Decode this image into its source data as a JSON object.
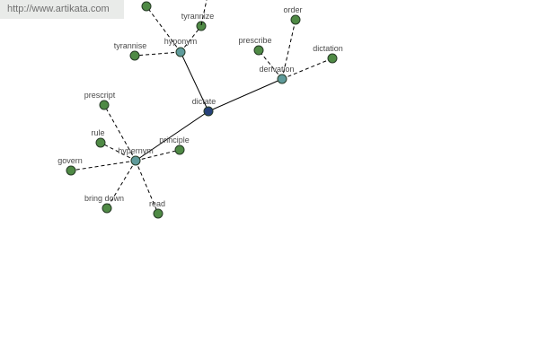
{
  "url_label": "http://www.artikata.com",
  "colors": {
    "root": "#28427a",
    "hub": "#5f9b9b",
    "leaf": "#4f8a45",
    "node_stroke": "#263a26",
    "edge": "#000000"
  },
  "nodes": [
    {
      "id": "dictate",
      "label": "dictate",
      "kind": "root"
    },
    {
      "id": "hyponym",
      "label": "hyponym",
      "kind": "hub"
    },
    {
      "id": "derivation",
      "label": "derivation",
      "kind": "hub"
    },
    {
      "id": "hypernym",
      "label": "hypernym",
      "kind": "hub"
    },
    {
      "id": "top-unlabeled",
      "label": "",
      "kind": "leaf"
    },
    {
      "id": "tyrannize",
      "label": "tyrannize",
      "kind": "leaf"
    },
    {
      "id": "tyrannise",
      "label": "tyrannise",
      "kind": "leaf"
    },
    {
      "id": "order",
      "label": "order",
      "kind": "leaf"
    },
    {
      "id": "prescribe",
      "label": "prescribe",
      "kind": "leaf"
    },
    {
      "id": "dictation",
      "label": "dictation",
      "kind": "leaf"
    },
    {
      "id": "prescript",
      "label": "prescript",
      "kind": "leaf"
    },
    {
      "id": "rule",
      "label": "rule",
      "kind": "leaf"
    },
    {
      "id": "principle",
      "label": "principle",
      "kind": "leaf"
    },
    {
      "id": "govern",
      "label": "govern",
      "kind": "leaf"
    },
    {
      "id": "bring-down",
      "label": "bring down",
      "kind": "leaf"
    },
    {
      "id": "read",
      "label": "read",
      "kind": "leaf"
    }
  ],
  "edges": [
    {
      "from": "dictate",
      "to": "hyponym",
      "style": "solid"
    },
    {
      "from": "dictate",
      "to": "derivation",
      "style": "solid"
    },
    {
      "from": "dictate",
      "to": "hypernym",
      "style": "solid"
    },
    {
      "from": "hyponym",
      "to": "top-unlabeled",
      "style": "dashed"
    },
    {
      "from": "hyponym",
      "to": "tyrannize",
      "style": "dashed"
    },
    {
      "from": "hyponym",
      "to": "tyrannise",
      "style": "dashed"
    },
    {
      "from": "derivation",
      "to": "order",
      "style": "dashed"
    },
    {
      "from": "derivation",
      "to": "prescribe",
      "style": "dashed"
    },
    {
      "from": "derivation",
      "to": "dictation",
      "style": "dashed"
    },
    {
      "from": "hypernym",
      "to": "prescript",
      "style": "dashed"
    },
    {
      "from": "hypernym",
      "to": "rule",
      "style": "dashed"
    },
    {
      "from": "hypernym",
      "to": "principle",
      "style": "dashed"
    },
    {
      "from": "hypernym",
      "to": "govern",
      "style": "dashed"
    },
    {
      "from": "hypernym",
      "to": "bring-down",
      "style": "dashed"
    },
    {
      "from": "hypernym",
      "to": "read",
      "style": "dashed"
    }
  ]
}
